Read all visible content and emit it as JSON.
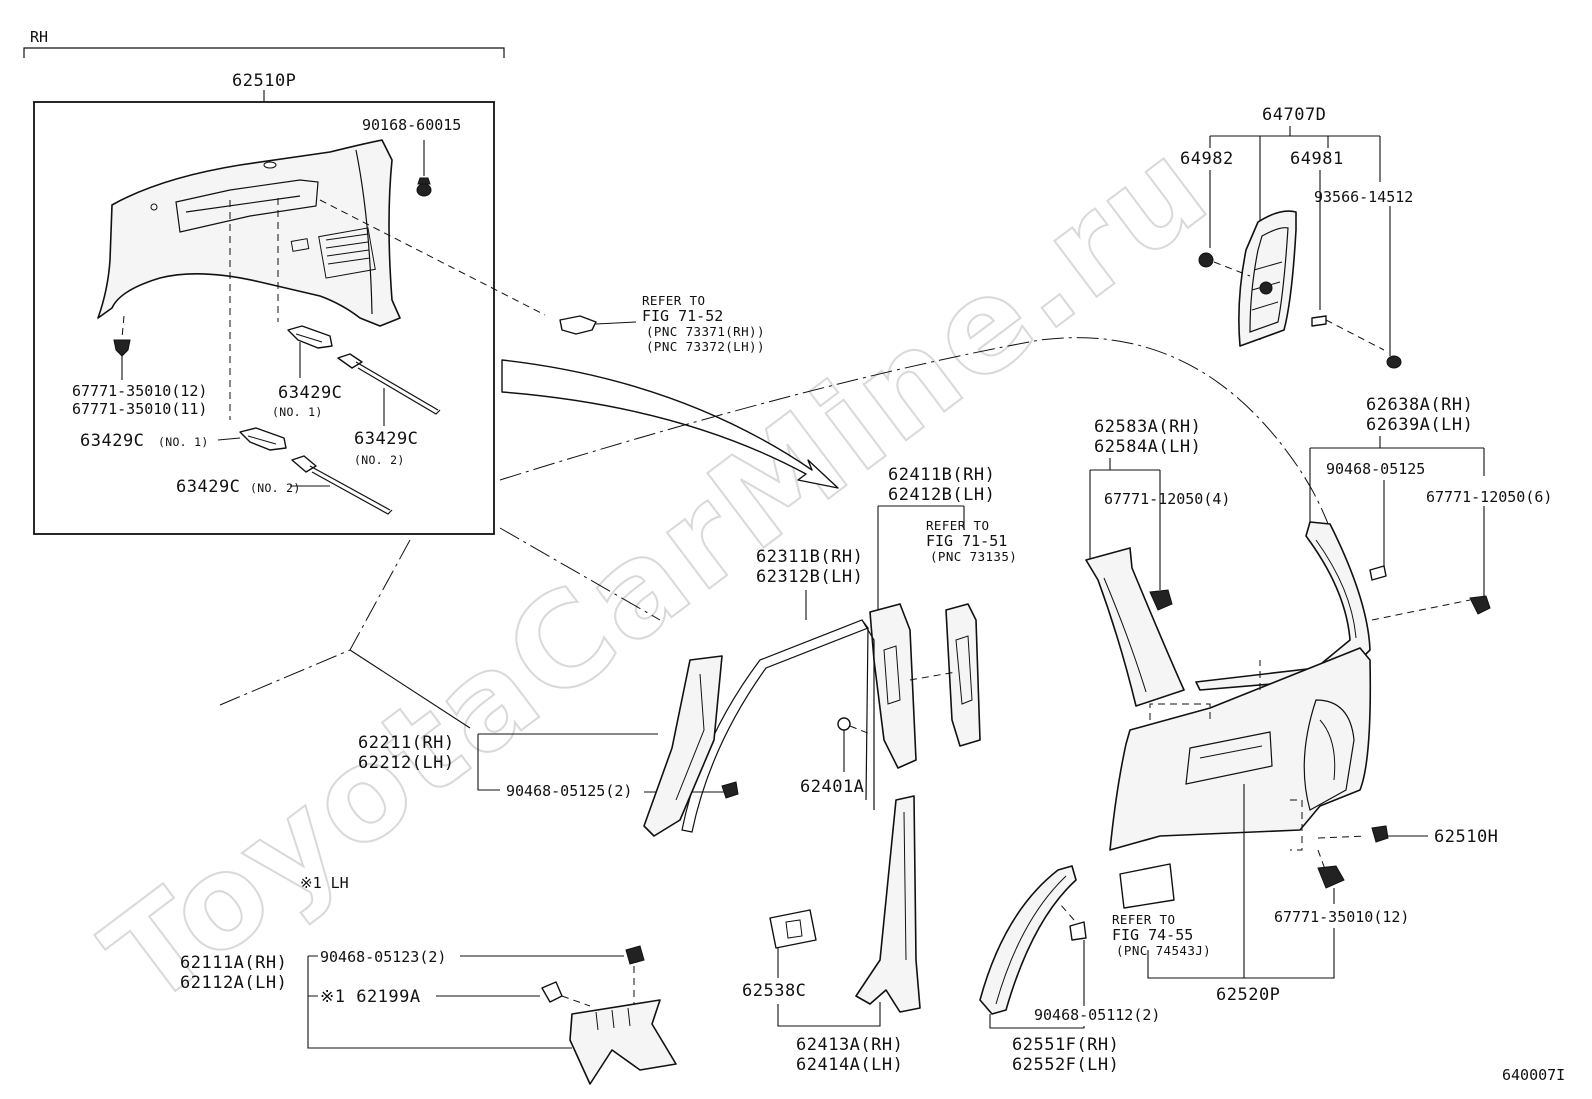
{
  "watermark": "ToyotaCarMine.ru",
  "figure_id": "640007I",
  "side_label": "RH",
  "lh_note": "※1 LH",
  "labels": {
    "p62510P": "62510P",
    "p90168": "90168-60015",
    "p67771_a": "67771-35010(12)",
    "p67771_b": "67771-35010(11)",
    "p63429C_n1_a": "63429C",
    "p63429C_n1_a_sub": "(NO. 1)",
    "p63429C_n2_a": "63429C",
    "p63429C_n2_a_sub": "(NO. 2)",
    "p63429C_n1_b": "63429C",
    "p63429C_n1_b_sub": "(NO. 1)",
    "p63429C_n2_b": "63429C",
    "p63429C_n2_b_sub": "(NO. 2)",
    "ref7152_1": "REFER TO",
    "ref7152_2": "FIG 71-52",
    "ref7152_3": "(PNC 73371(RH))",
    "ref7152_4": "(PNC 73372(LH))",
    "p64707D": "64707D",
    "p64982": "64982",
    "p64981": "64981",
    "p93566": "93566-14512",
    "p62638A": "62638A(RH)",
    "p62639A": "62639A(LH)",
    "p90468_05125": "90468-05125",
    "p67771_12050_6": "67771-12050(6)",
    "p62583A": "62583A(RH)",
    "p62584A": "62584A(LH)",
    "p67771_12050_4": "67771-12050(4)",
    "p62411B": "62411B(RH)",
    "p62412B": "62412B(LH)",
    "ref7151_1": "REFER TO",
    "ref7151_2": "FIG 71-51",
    "ref7151_3": "(PNC 73135)",
    "p62311B": "62311B(RH)",
    "p62312B": "62312B(LH)",
    "p62211": "62211(RH)",
    "p62212": "62212(LH)",
    "p90468_05125_2": "90468-05125(2)",
    "p62401A": "62401A",
    "p62510H": "62510H",
    "p67771_35010_12b": "67771-35010(12)",
    "ref7455_1": "REFER TO",
    "ref7455_2": "FIG 74-55",
    "ref7455_3": "(PNC 74543J)",
    "p62520P": "62520P",
    "p62538C": "62538C",
    "p62413A": "62413A(RH)",
    "p62414A": "62414A(LH)",
    "p90468_05112": "90468-05112(2)",
    "p62551F": "62551F(RH)",
    "p62552F": "62552F(LH)",
    "p62111A": "62111A(RH)",
    "p62112A": "62112A(LH)",
    "p90468_05123": "90468-05123(2)",
    "p62199A": "※1 62199A"
  }
}
